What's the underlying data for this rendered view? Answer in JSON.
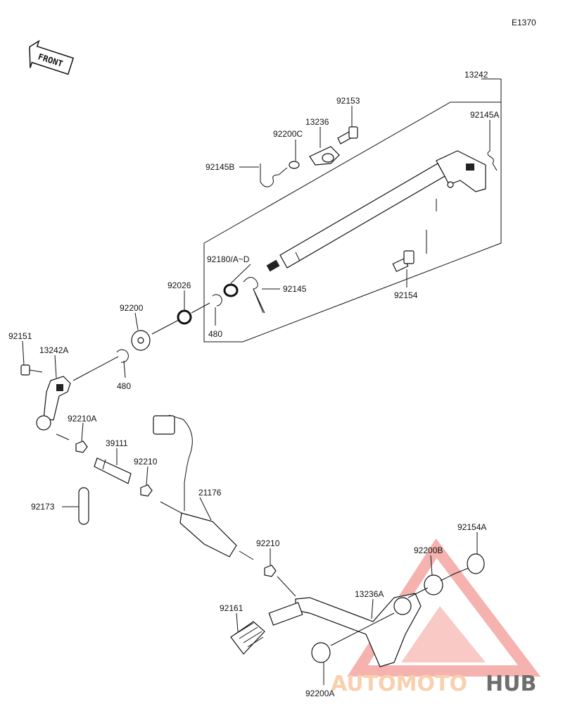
{
  "diagram_code": "E1370",
  "front_label": "FRONT",
  "watermark": {
    "part1": "AUTOMOTO",
    "part2": "HUB",
    "accent": "#f4a5a0",
    "accent_light": "#f9c8a0",
    "dark": "#444444"
  },
  "labels": {
    "p13242": "13242",
    "p92153": "92153",
    "p13236": "13236",
    "p92200C": "92200C",
    "p92145A": "92145A",
    "p92145B": "92145B",
    "p92180": "92180/A~D",
    "p92145": "92145",
    "p92154": "92154",
    "p92026": "92026",
    "p480a": "480",
    "p92200": "92200",
    "p92151": "92151",
    "p13242A": "13242A",
    "p480b": "480",
    "p92210A": "92210A",
    "p39111": "39111",
    "p92210a": "92210",
    "p21176": "21176",
    "p92173": "92173",
    "p92210b": "92210",
    "p92154A": "92154A",
    "p92200B": "92200B",
    "p13236A": "13236A",
    "p92161": "92161",
    "p92200A": "92200A"
  }
}
